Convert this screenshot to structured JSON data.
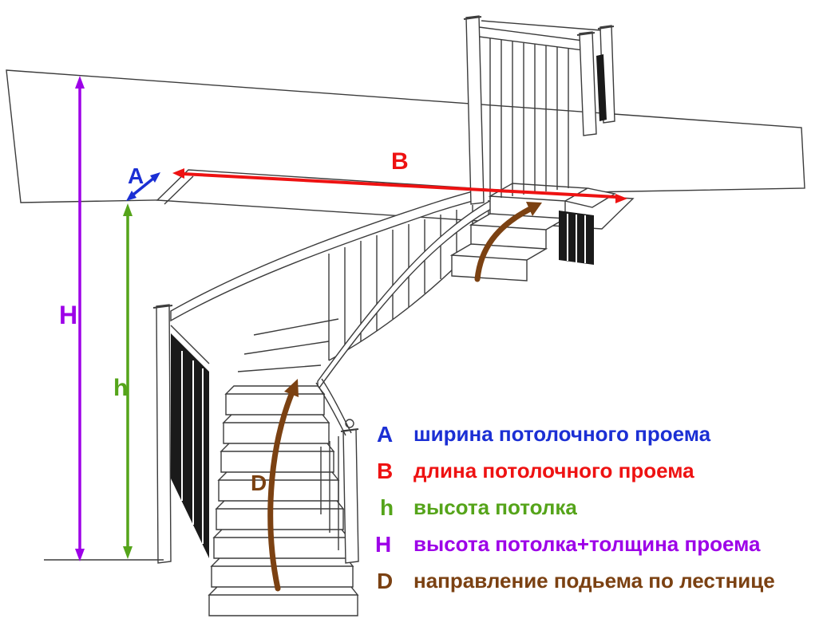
{
  "colors": {
    "blue": "#1b2fd4",
    "red": "#ee1212",
    "green": "#55a41a",
    "purple": "#9d00e8",
    "brown": "#7b4112",
    "line": "#3c3c3c",
    "dark_fill": "#1a1a1a",
    "white": "#ffffff"
  },
  "diagram": {
    "marker_a": "A",
    "marker_b": "B",
    "marker_small_h": "h",
    "marker_big_h": "H",
    "marker_d": "D"
  },
  "legend": {
    "items": [
      {
        "letter": "A",
        "label": "ширина потолочного проема"
      },
      {
        "letter": "B",
        "label": "длина потолочного проема"
      },
      {
        "letter": "h",
        "label": "высота потолка"
      },
      {
        "letter": "H",
        "label": "высота потолка+толщина проема"
      },
      {
        "letter": "D",
        "label": "направление подьема по лестнице"
      }
    ]
  }
}
